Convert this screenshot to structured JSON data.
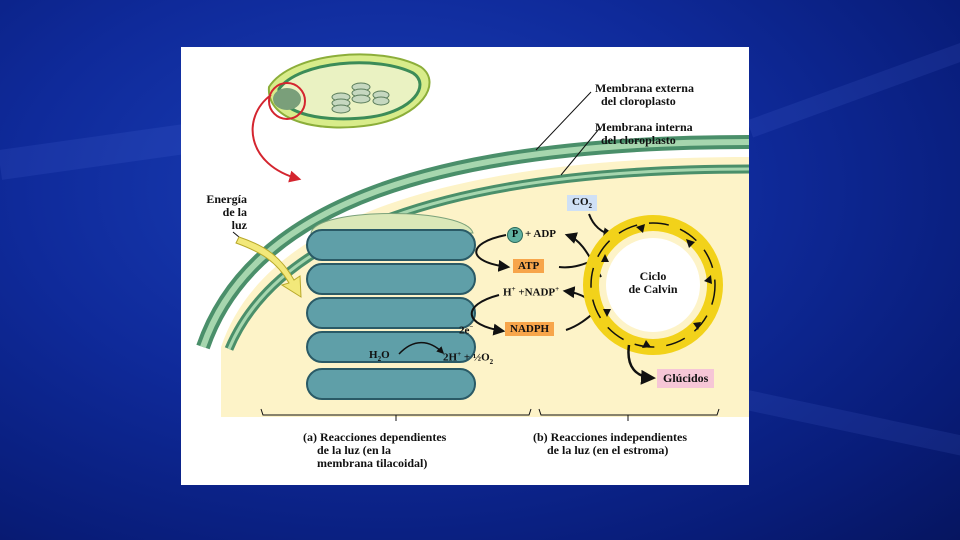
{
  "labels": {
    "outer_membrane_line1": "Membrana externa",
    "outer_membrane_line2": "del cloroplasto",
    "inner_membrane_line1": "Membrana interna",
    "inner_membrane_line2": "del cloroplasto",
    "light_energy_line1": "Energía",
    "light_energy_line2": "de la",
    "light_energy_line3": "luz",
    "co2": "CO",
    "co2_sub": "2",
    "p": "P",
    "adp": "+  ADP",
    "atp": "ATP",
    "h": "H",
    "h_sup": "+",
    "nadp": "+NADP",
    "nadp_sup": "+",
    "two_e": "2e",
    "two_e_sup": "−",
    "nadph": "NADPH",
    "h2o_h": "H",
    "h2o_sub": "2",
    "h2o_o": "O",
    "products_2h": "2H",
    "products_2h_sup": "+",
    "products_o2": "+ ½O",
    "products_o2_sub": "2",
    "calvin_line1": "Ciclo",
    "calvin_line2": "de Calvin",
    "glucidos": "Glúcidos"
  },
  "captions": {
    "a_line1": "(a) Reacciones dependientes",
    "a_line2": "de la luz (en la",
    "a_line3": "membrana tilacoidal)",
    "b_line1": "(b) Reacciones independientes",
    "b_line2": "de la luz (en el estroma)"
  },
  "colors": {
    "background": "#0f2a9a",
    "stroma": "#fdf3c8",
    "membrane": "#4a8f6a",
    "thylakoid": "#5f9fa8",
    "calvin_ring": "#f2d21a",
    "atp_tag": "#f7a54a",
    "co2_tag": "#cfe0f5",
    "glucidos_tag": "#f6c6d6",
    "arrow_red": "#d4252f"
  }
}
